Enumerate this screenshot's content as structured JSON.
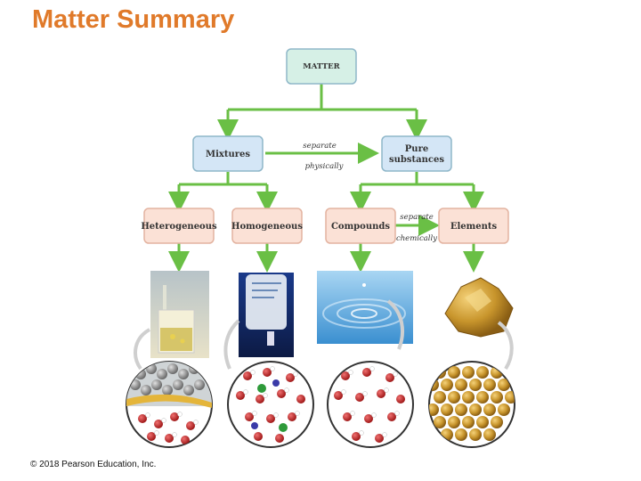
{
  "title": "Matter Summary",
  "credit": "© 2018 Pearson Education, Inc.",
  "nodes": {
    "matter": "MATTER",
    "mixtures": "Mixtures",
    "pure_line1": "Pure",
    "pure_line2": "substances",
    "heterogeneous": "Heterogeneous",
    "homogeneous": "Homogeneous",
    "compounds": "Compounds",
    "elements": "Elements"
  },
  "processes": {
    "separate_physically_top": "separate",
    "separate_physically_bottom": "physically",
    "separate_chemically_top": "separate",
    "separate_chemically_bottom": "chemically"
  },
  "colors": {
    "title": "#e07a2a",
    "connector": "#6abf45",
    "matter_fill": "#d6f0e6",
    "mixture_fill": "#d4e6f6",
    "pure_fill": "#d4e6f6",
    "leaf_fill": "#fbe1d6",
    "border": "#8fb7c9"
  },
  "images": [
    "sand-in-water-photo-icon",
    "iv-saline-bag-photo-icon",
    "water-drop-photo-icon",
    "gold-nugget-photo-icon"
  ]
}
